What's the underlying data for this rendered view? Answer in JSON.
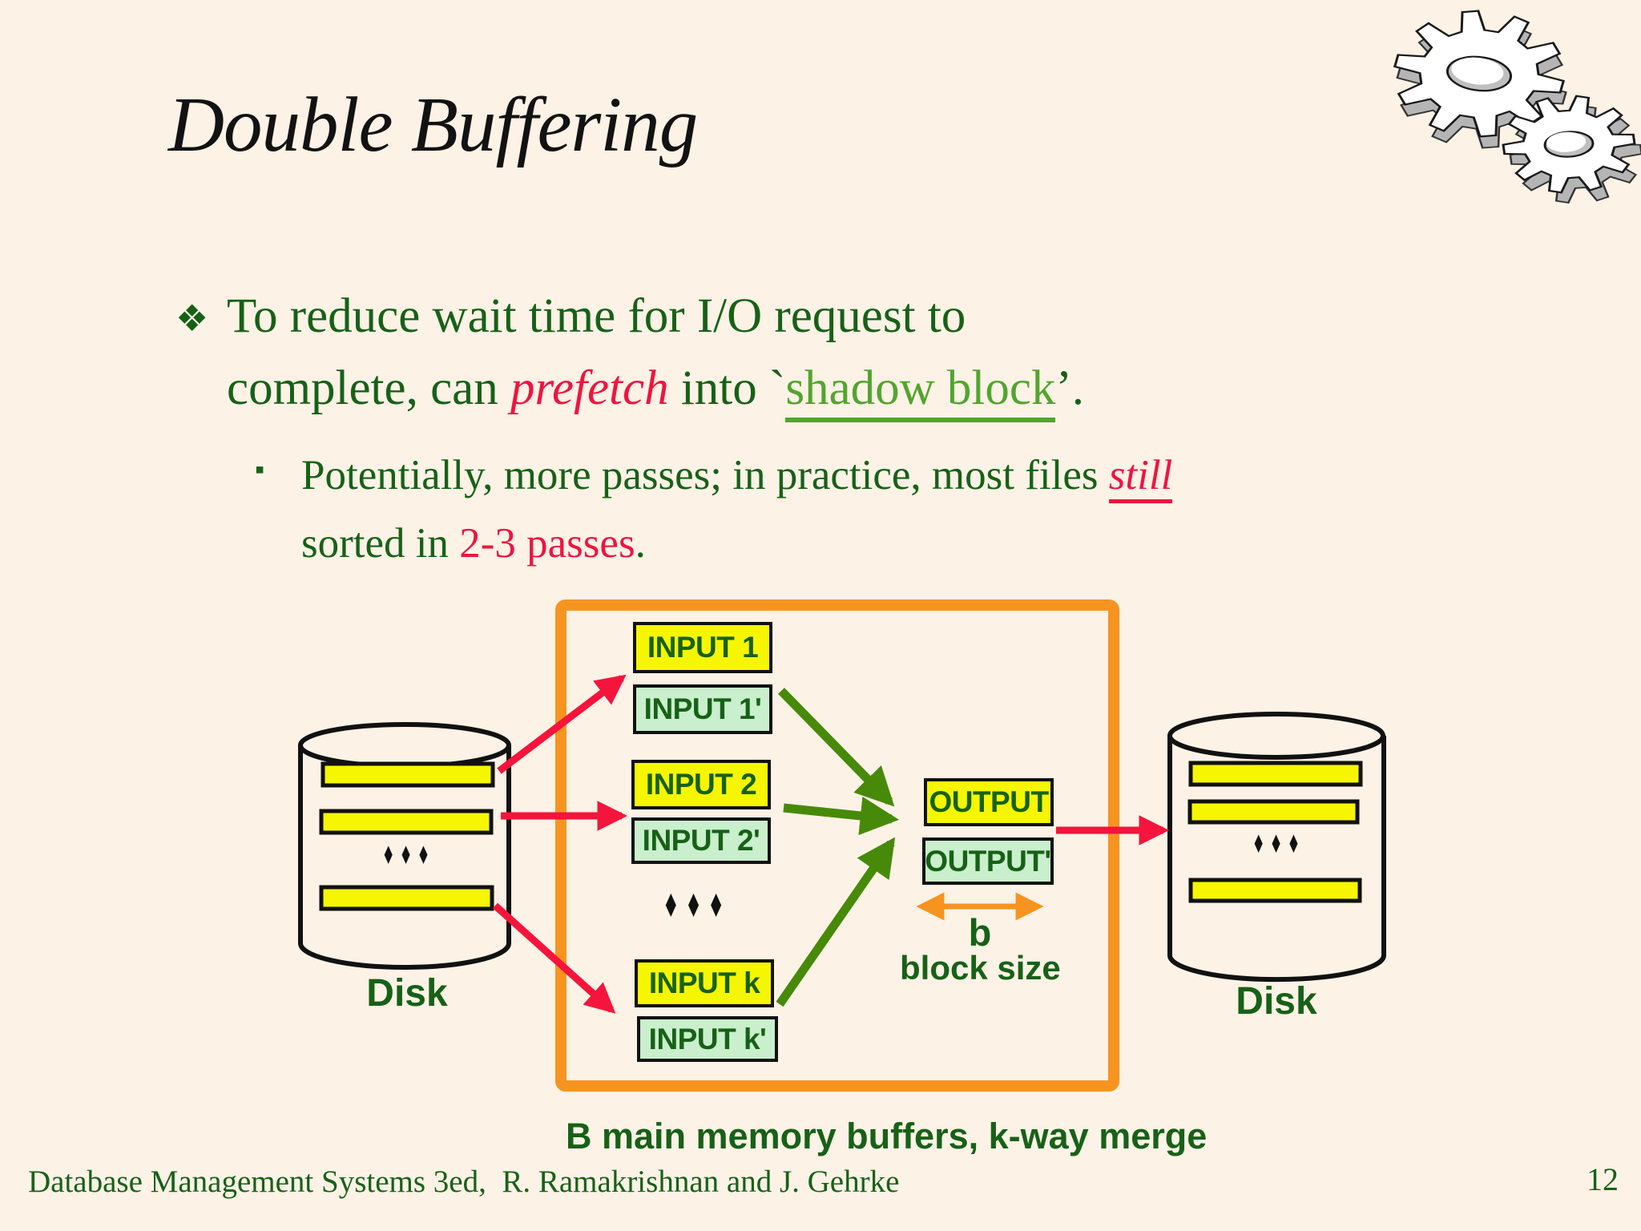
{
  "slide": {
    "title": "Double Buffering",
    "page_number": "12",
    "footer": "Database Management Systems 3ed,  R. Ramakrishnan and J. Gehrke"
  },
  "bullets": {
    "marker1": "❖",
    "b1_line1": "To reduce wait time for I/O request to",
    "b1_line2_pre": "complete, can ",
    "b1_prefetch": "prefetch",
    "b1_mid": " into ",
    "b1_backtick": "`",
    "b1_shadow": "shadow block",
    "b1_close": "’.",
    "sub_marker": "▪",
    "sub_line1_pre": "Potentially, more passes; in practice, most files ",
    "sub_still": "still",
    "sub_line2_pre": "sorted in ",
    "sub_red": "2-3 passes",
    "sub_close": "."
  },
  "diagram": {
    "inputs": [
      {
        "main": "INPUT 1",
        "shadow": "INPUT 1'"
      },
      {
        "main": "INPUT 2",
        "shadow": "INPUT 2'"
      },
      {
        "main": "INPUT k",
        "shadow": "INPUT k'"
      }
    ],
    "output": {
      "main": "OUTPUT",
      "shadow": "OUTPUT'"
    },
    "ellipsis": "♦ ♦ ♦",
    "left_disk_label": "Disk",
    "right_disk_label": "Disk",
    "b_label": "b",
    "block_size_label": "block size",
    "caption": "B main memory buffers, k-way merge"
  },
  "icons": {
    "gears_icon": "two 3D gears"
  },
  "colors": {
    "background": "#fcf2e6",
    "dark_green": "#176117",
    "light_green": "#52a52e",
    "red_text": "#ee1540",
    "red_arrow": "#f5143c",
    "orange": "#f7941f",
    "green_arrow": "#478a0a",
    "buffer_yellow": "#f6f600",
    "buffer_mint": "#c9efcd",
    "title_black": "#121212"
  }
}
